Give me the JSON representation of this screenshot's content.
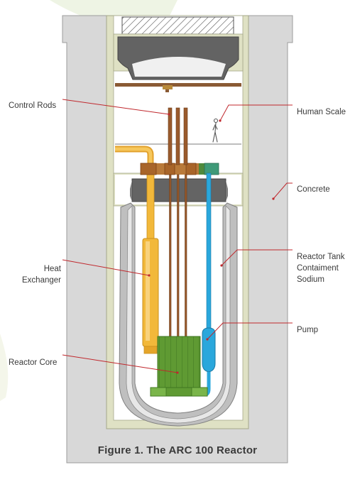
{
  "caption": "Figure 1. The ARC 100 Reactor",
  "labels": {
    "control_rods": "Control Rods",
    "human_scale": "Human Scale",
    "concrete": "Concrete",
    "heat_exchanger": "Heat\nExchanger",
    "reactor_tank": "Reactor Tank\nContaiment\nSodium",
    "pump": "Pump",
    "reactor_core": "Reactor Core"
  },
  "colors": {
    "concrete": "#d8d8d8",
    "liner": "#dfe1c4",
    "heat_exchanger": "#f2b83a",
    "control_rod": "#9a5a2c",
    "pump": "#2aa7dc",
    "core": "#5f9a33",
    "leader": "#c0282d",
    "cover": "#626262"
  }
}
